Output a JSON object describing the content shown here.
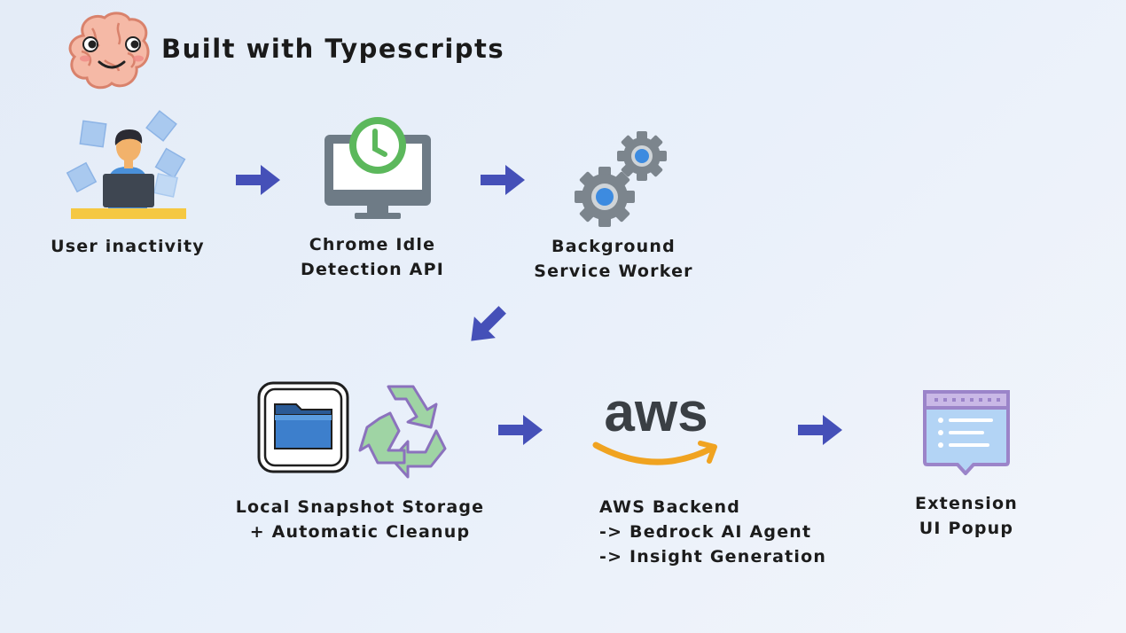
{
  "header": {
    "title": "Built with Typescripts",
    "logo_icon": "brain-mascot-icon"
  },
  "nodes": [
    {
      "id": "user-inactivity",
      "icon": "user-at-laptop-icon",
      "lines": [
        "User inactivity"
      ]
    },
    {
      "id": "chrome-idle",
      "icon": "monitor-clock-icon",
      "lines": [
        "Chrome Idle",
        "Detection API"
      ]
    },
    {
      "id": "background-worker",
      "icon": "gears-icon",
      "lines": [
        "Background",
        "Service Worker"
      ]
    },
    {
      "id": "local-storage",
      "icon": "folder-recycle-icon",
      "lines": [
        "Local Snapshot Storage",
        "+ Automatic Cleanup"
      ]
    },
    {
      "id": "aws-backend",
      "icon": "aws-logo-icon",
      "lines": [
        "AWS Backend",
        "-> Bedrock AI Agent",
        "-> Insight Generation"
      ]
    },
    {
      "id": "extension-popup",
      "icon": "popup-window-icon",
      "lines": [
        "Extension",
        "UI Popup"
      ]
    }
  ],
  "edges": [
    {
      "from": "user-inactivity",
      "to": "chrome-idle"
    },
    {
      "from": "chrome-idle",
      "to": "background-worker"
    },
    {
      "from": "background-worker",
      "to": "local-storage"
    },
    {
      "from": "local-storage",
      "to": "aws-backend"
    },
    {
      "from": "aws-backend",
      "to": "extension-popup"
    }
  ],
  "logo_text": "aws",
  "colors": {
    "arrow": "#4550b8",
    "aws_text": "#3a3f44",
    "aws_smile": "#f0a320",
    "clock_green": "#5cb85c",
    "monitor_gray": "#6e7b86",
    "popup_purple": "#9b84c9",
    "popup_fill": "#b3d4f5"
  }
}
